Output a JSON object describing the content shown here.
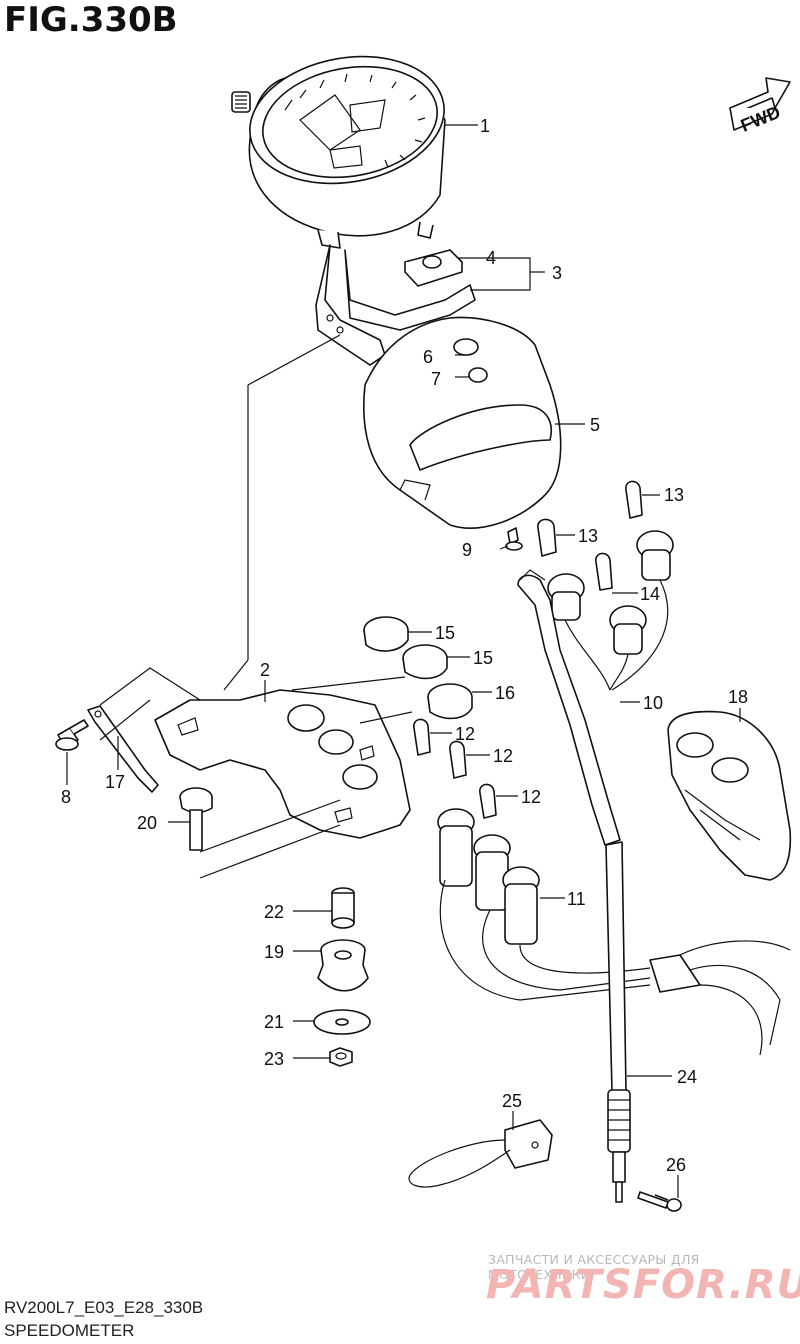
{
  "figure": {
    "title": "FIG.330B",
    "fwd_label": "FWD",
    "model_code": "RV200L7_E03_E28_330B",
    "section_name": "SPEEDOMETER"
  },
  "watermark": {
    "tagline": "ЗАПЧАСТИ И АКСЕССУАРЫ ДЛЯ МОТОТЕХНИКИ",
    "brand": "PARTSFOR.RU"
  },
  "callouts": [
    {
      "id": "1",
      "text": "1"
    },
    {
      "id": "2",
      "text": "2"
    },
    {
      "id": "3",
      "text": "3"
    },
    {
      "id": "4",
      "text": "4"
    },
    {
      "id": "5",
      "text": "5"
    },
    {
      "id": "6",
      "text": "6"
    },
    {
      "id": "7",
      "text": "7"
    },
    {
      "id": "8",
      "text": "8"
    },
    {
      "id": "9",
      "text": "9"
    },
    {
      "id": "10",
      "text": "10"
    },
    {
      "id": "11",
      "text": "11"
    },
    {
      "id": "12a",
      "text": "12"
    },
    {
      "id": "12b",
      "text": "12"
    },
    {
      "id": "12c",
      "text": "12"
    },
    {
      "id": "13a",
      "text": "13"
    },
    {
      "id": "13b",
      "text": "13"
    },
    {
      "id": "14",
      "text": "14"
    },
    {
      "id": "15a",
      "text": "15"
    },
    {
      "id": "15b",
      "text": "15"
    },
    {
      "id": "16",
      "text": "16"
    },
    {
      "id": "17",
      "text": "17"
    },
    {
      "id": "18",
      "text": "18"
    },
    {
      "id": "19",
      "text": "19"
    },
    {
      "id": "20",
      "text": "20"
    },
    {
      "id": "21",
      "text": "21"
    },
    {
      "id": "22",
      "text": "22"
    },
    {
      "id": "23",
      "text": "23"
    },
    {
      "id": "24",
      "text": "24"
    },
    {
      "id": "25",
      "text": "25"
    },
    {
      "id": "26",
      "text": "26"
    }
  ]
}
